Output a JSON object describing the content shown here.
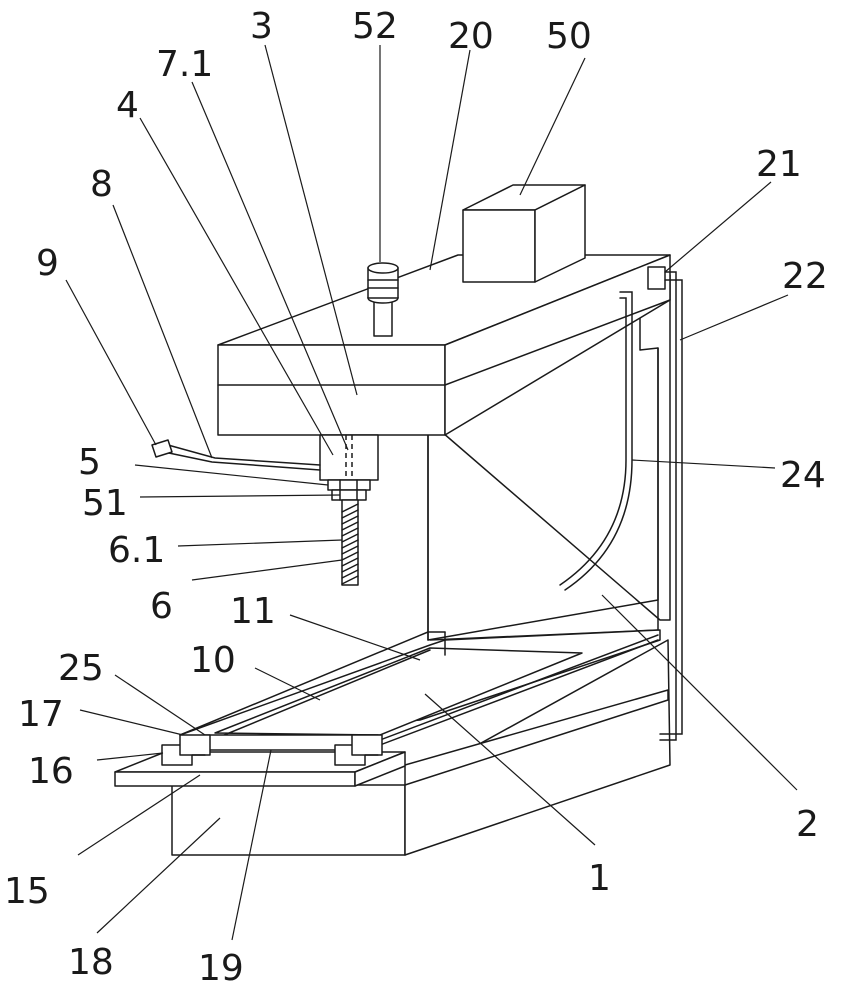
{
  "reference_labels": [
    {
      "id": "52",
      "text": "52"
    },
    {
      "id": "3",
      "text": "3"
    },
    {
      "id": "20",
      "text": "20"
    },
    {
      "id": "50",
      "text": "50"
    },
    {
      "id": "7-1",
      "text": "7.1"
    },
    {
      "id": "4",
      "text": "4"
    },
    {
      "id": "8",
      "text": "8"
    },
    {
      "id": "21",
      "text": "21"
    },
    {
      "id": "22",
      "text": "22"
    },
    {
      "id": "9",
      "text": "9"
    },
    {
      "id": "5",
      "text": "5"
    },
    {
      "id": "24",
      "text": "24"
    },
    {
      "id": "51",
      "text": "51"
    },
    {
      "id": "6-1",
      "text": "6.1"
    },
    {
      "id": "6",
      "text": "6"
    },
    {
      "id": "11",
      "text": "11"
    },
    {
      "id": "2",
      "text": "2"
    },
    {
      "id": "25",
      "text": "25"
    },
    {
      "id": "10",
      "text": "10"
    },
    {
      "id": "17",
      "text": "17"
    },
    {
      "id": "16",
      "text": "16"
    },
    {
      "id": "1",
      "text": "1"
    },
    {
      "id": "15",
      "text": "15"
    },
    {
      "id": "18",
      "text": "18"
    },
    {
      "id": "19",
      "text": "19"
    }
  ]
}
